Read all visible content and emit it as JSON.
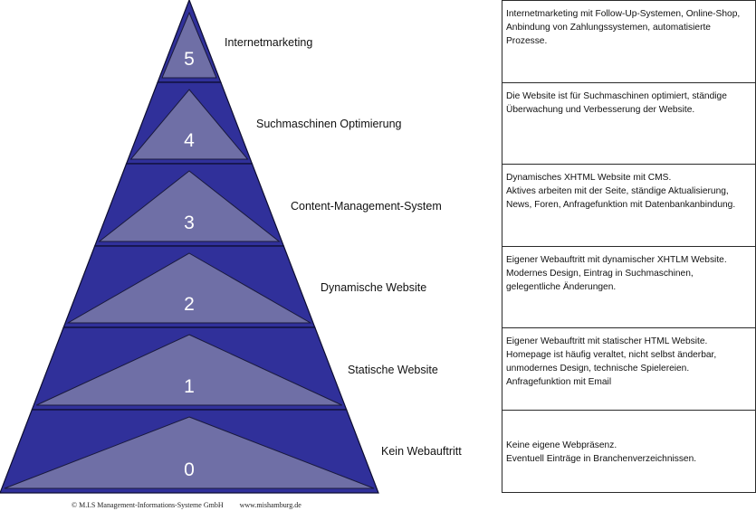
{
  "colors": {
    "band_fill": "#30309a",
    "band_stroke": "#0c0c30",
    "inner_fill": "#6f6fa6",
    "inner_stroke": "#1a1a3e",
    "number_text": "#ffffff"
  },
  "levels": [
    {
      "number": "5",
      "title": "Internetmarketing",
      "description": [
        "Internetmarketing mit Follow-Up-Systemen, Online-Shop,",
        "Anbindung von Zahlungssystemen, automatisierte",
        "Prozesse."
      ]
    },
    {
      "number": "4",
      "title": "Suchmaschinen Optimierung",
      "description": [
        "Die Website ist für Suchmaschinen optimiert, ständige",
        "Überwachung und Verbesserung der Website."
      ]
    },
    {
      "number": "3",
      "title": "Content-Management-System",
      "description": [
        "Dynamisches XHTML Website mit CMS.",
        "Aktives arbeiten mit der Seite, ständige Aktualisierung,",
        "News, Foren, Anfragefunktion mit Datenbankanbindung."
      ]
    },
    {
      "number": "2",
      "title": "Dynamische Website",
      "description": [
        "Eigener Webauftritt mit dynamischer XHTLM Website.",
        "Modernes Design, Eintrag in Suchmaschinen,",
        "gelegentliche Änderungen."
      ]
    },
    {
      "number": "1",
      "title": "Statische Website",
      "description": [
        "Eigener Webauftritt mit statischer HTML Website.",
        "Homepage ist häufig veraltet, nicht selbst änderbar,",
        "unmodernes Design, technische Spielereien.",
        "Anfragefunktion mit Email"
      ]
    },
    {
      "number": "0",
      "title": "Kein Webauftritt",
      "description": [
        "Keine eigene Webpräsenz.",
        "Eventuell Einträge in Branchenverzeichnissen."
      ]
    }
  ],
  "footer": {
    "copyright": "© M.I.S Management-Informations-Systeme GmbH",
    "website": "www.mishamburg.de"
  }
}
